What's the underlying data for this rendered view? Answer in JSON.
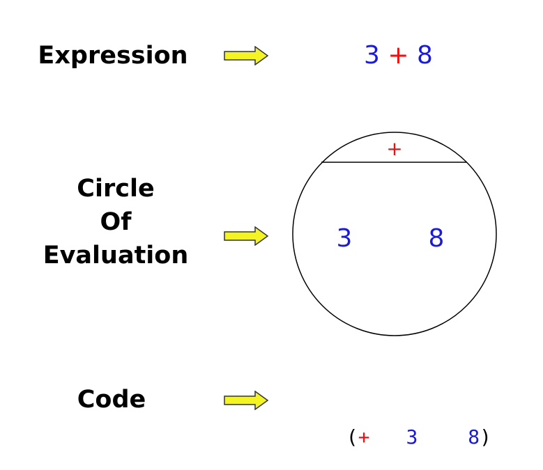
{
  "colors": {
    "operand": "#1a1adc",
    "operator": "#ee1111",
    "arrow_fill": "#f4f424",
    "arrow_stroke": "#333333",
    "text": "#000000"
  },
  "rows": {
    "expression": {
      "label": "Expression",
      "value": {
        "left": "3",
        "op": "+",
        "right": "8"
      }
    },
    "circle": {
      "label_lines": [
        "Circle",
        "Of",
        "Evaluation"
      ],
      "operator": "+",
      "left": "3",
      "right": "8"
    },
    "code": {
      "label": "Code",
      "open_paren": "(",
      "op": "+",
      "left": "3",
      "right": "8",
      "close_paren": ")"
    }
  },
  "icons": {
    "arrow": "right-arrow-icon"
  }
}
